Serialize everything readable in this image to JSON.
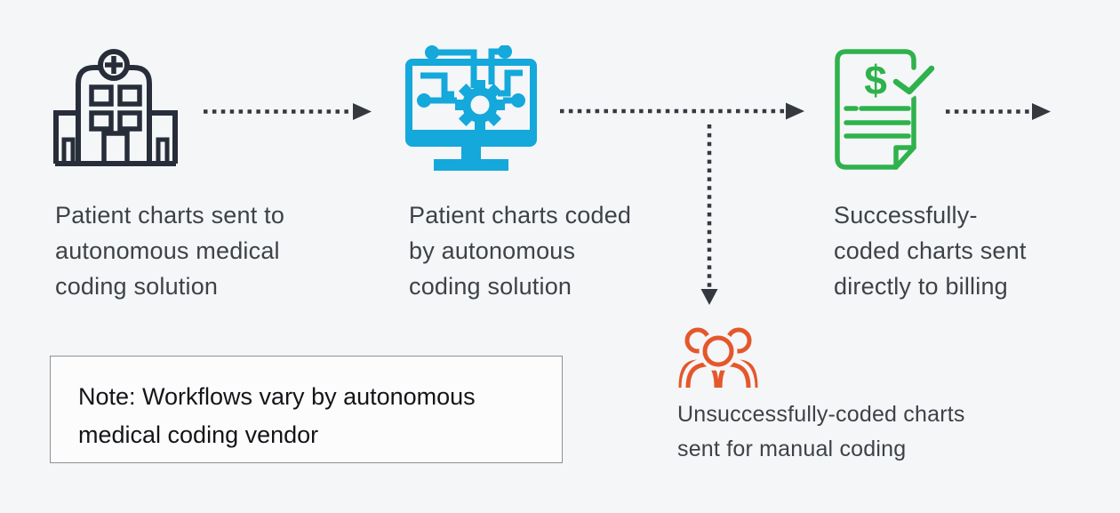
{
  "diagram": {
    "type": "workflow-flowchart",
    "steps": [
      {
        "id": "hospital",
        "icon": "hospital-building-icon",
        "icon_color": "#272E3A",
        "label": "Patient charts sent to autonomous medical coding solution",
        "label_lines": [
          "Patient charts sent to",
          "autonomous medical",
          "coding solution"
        ]
      },
      {
        "id": "autonomous-coding",
        "icon": "monitor-circuit-gear-icon",
        "icon_color": "#14A8DB",
        "label": "Patient charts coded by autonomous coding solution",
        "label_lines": [
          "Patient charts coded",
          "by autonomous",
          "coding solution"
        ]
      },
      {
        "id": "billing",
        "icon": "billing-document-check-icon",
        "icon_color": "#2FB24C",
        "label": "Successfully-coded charts sent directly to billing",
        "label_lines": [
          "Successfully-",
          "coded charts sent",
          "directly to billing"
        ]
      },
      {
        "id": "manual-coding",
        "icon": "people-group-icon",
        "icon_color": "#E5572B",
        "label": "Unsuccessfully-coded charts sent for manual coding",
        "label_lines": [
          "Unsuccessfully-coded charts",
          "sent for manual coding"
        ]
      }
    ],
    "arrows": [
      {
        "from": "hospital",
        "to": "autonomous-coding",
        "style": "dotted",
        "direction": "right"
      },
      {
        "from": "autonomous-coding",
        "to": "billing",
        "style": "dotted",
        "direction": "right"
      },
      {
        "from": "autonomous-coding",
        "to": "manual-coding",
        "style": "dotted",
        "direction": "down"
      },
      {
        "from": "billing",
        "to": "offscreen-right",
        "style": "dotted",
        "direction": "right"
      }
    ]
  },
  "note": {
    "text": "Note: Workflows vary by autonomous medical coding vendor",
    "lines": [
      "Note: Workflows vary by autonomous",
      "medical coding vendor"
    ]
  },
  "colors": {
    "background": "#F4F6F8",
    "label_text": "#3E4247",
    "arrow": "#35393F",
    "note_background": "#FCFCFD",
    "note_border": "#8E9194",
    "note_text": "#131518"
  }
}
